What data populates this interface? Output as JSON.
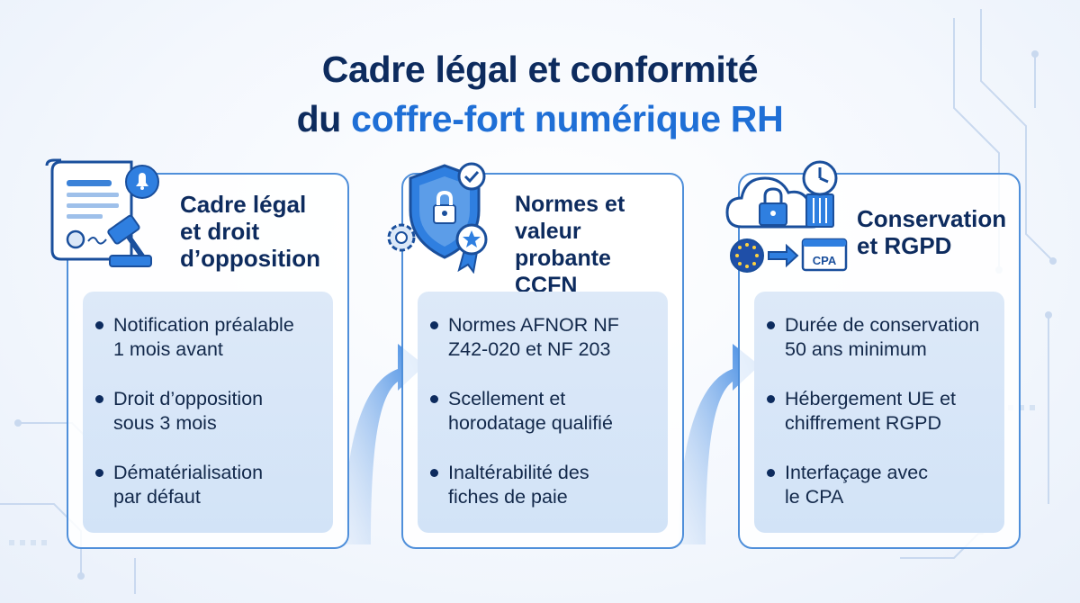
{
  "title": {
    "line1": "Cadre légal et conformité",
    "line2_prefix": "du ",
    "line2_accent": "coffre-fort numérique RH"
  },
  "panels": [
    {
      "title_lines": [
        "Cadre légal",
        "et droit",
        "d’opposition"
      ],
      "bullets": [
        [
          "Notification préalable",
          "1 mois avant"
        ],
        [
          "Droit d’opposition",
          "sous 3 mois"
        ],
        [
          "Dématérialisation",
          "par défaut"
        ]
      ]
    },
    {
      "title_lines": [
        "Normes et",
        "valeur probante",
        "CCFN"
      ],
      "bullets": [
        [
          "Normes AFNOR NF",
          "Z42-020 et NF 203"
        ],
        [
          "Scellement et",
          "horodatage qualifié"
        ],
        [
          "Inaltérabilité des",
          "fiches de paie"
        ]
      ]
    },
    {
      "title_lines": [
        "Conservation",
        "et RGPD"
      ],
      "bullets": [
        [
          "Durée de conservation",
          "50 ans minimum"
        ],
        [
          "Hébergement UE et",
          "chiffrement RGPD"
        ],
        [
          "Interfaçage avec",
          "le CPA"
        ]
      ]
    }
  ],
  "icons": {
    "panel1": "legal-document-gavel-icon",
    "panel2": "shield-lock-certificate-icon",
    "panel3": "cloud-lock-clock-eu-icon",
    "cpa_label": "CPA"
  },
  "colors": {
    "navy": "#0d2b5e",
    "accent": "#1f6fd6",
    "panel_border": "#4f8fda",
    "bullet_box": "#d2e3f7"
  }
}
